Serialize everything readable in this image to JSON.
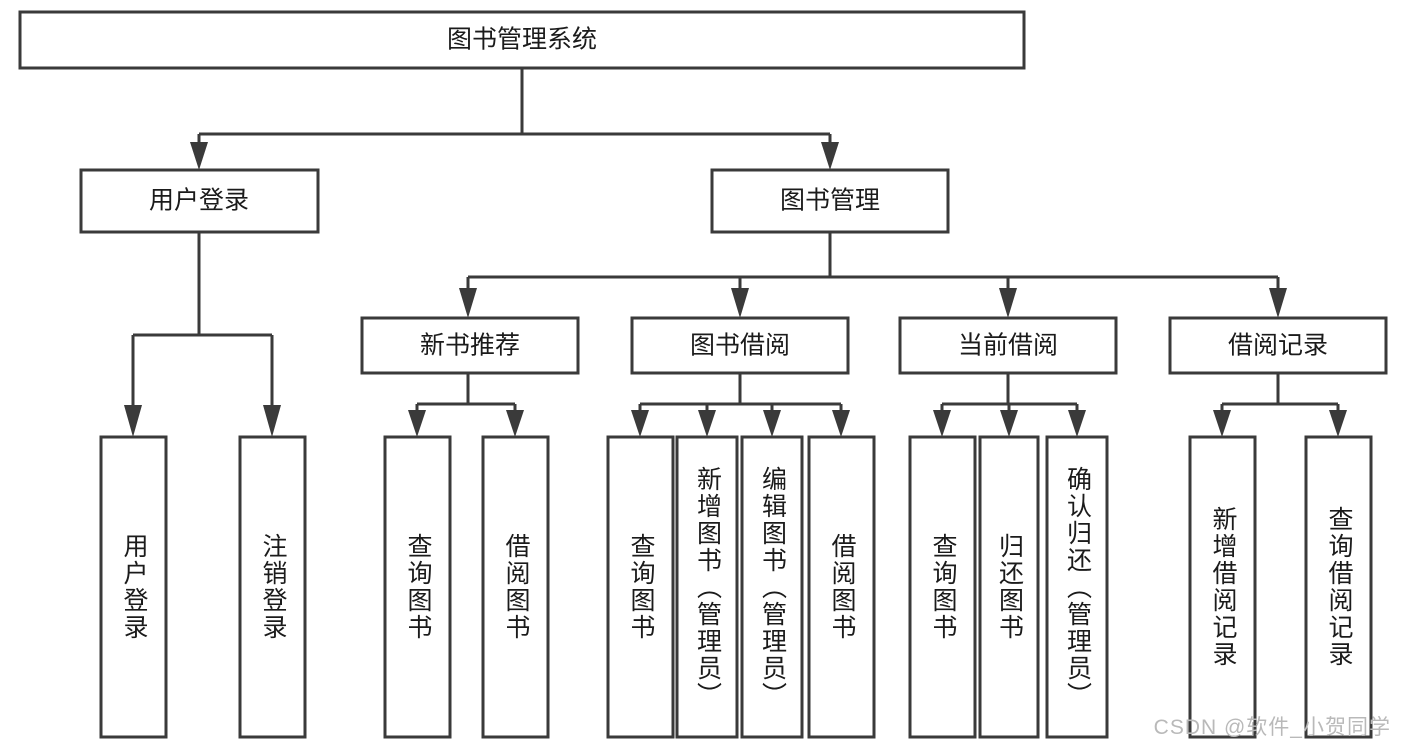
{
  "diagram": {
    "type": "tree",
    "title": "图书管理系统",
    "root": {
      "id": "root",
      "label": "图书管理系统",
      "orientation": "horizontal"
    },
    "level2": [
      {
        "id": "user-login",
        "label": "用户登录",
        "orientation": "horizontal"
      },
      {
        "id": "book-manage",
        "label": "图书管理",
        "orientation": "horizontal"
      }
    ],
    "level3": [
      {
        "id": "new-book-recommend",
        "label": "新书推荐",
        "orientation": "horizontal",
        "parent": "book-manage"
      },
      {
        "id": "book-borrow",
        "label": "图书借阅",
        "orientation": "horizontal",
        "parent": "book-manage"
      },
      {
        "id": "current-borrow",
        "label": "当前借阅",
        "orientation": "horizontal",
        "parent": "book-manage"
      },
      {
        "id": "borrow-record",
        "label": "借阅记录",
        "orientation": "horizontal",
        "parent": "book-manage"
      }
    ],
    "leaves": [
      {
        "id": "leaf-user-login",
        "label": "用户登录",
        "orientation": "vertical",
        "parent": "user-login"
      },
      {
        "id": "leaf-user-logout",
        "label": "注销登录",
        "orientation": "vertical",
        "parent": "user-login"
      },
      {
        "id": "leaf-query-book-1",
        "label": "查询图书",
        "orientation": "vertical",
        "parent": "new-book-recommend"
      },
      {
        "id": "leaf-borrow-book-1",
        "label": "借阅图书",
        "orientation": "vertical",
        "parent": "new-book-recommend"
      },
      {
        "id": "leaf-query-book-2",
        "label": "查询图书",
        "orientation": "vertical",
        "parent": "book-borrow"
      },
      {
        "id": "leaf-add-book",
        "label": "新增图书（管理员）",
        "orientation": "vertical",
        "parent": "book-borrow"
      },
      {
        "id": "leaf-edit-book",
        "label": "编辑图书（管理员）",
        "orientation": "vertical",
        "parent": "book-borrow"
      },
      {
        "id": "leaf-borrow-book-2",
        "label": "借阅图书",
        "orientation": "vertical",
        "parent": "book-borrow"
      },
      {
        "id": "leaf-query-book-3",
        "label": "查询图书",
        "orientation": "vertical",
        "parent": "current-borrow"
      },
      {
        "id": "leaf-return-book",
        "label": "归还图书",
        "orientation": "vertical",
        "parent": "current-borrow"
      },
      {
        "id": "leaf-confirm-return",
        "label": "确认归还（管理员）",
        "orientation": "vertical",
        "parent": "current-borrow"
      },
      {
        "id": "leaf-add-record",
        "label": "新增借阅记录",
        "orientation": "vertical",
        "parent": "borrow-record"
      },
      {
        "id": "leaf-query-record",
        "label": "查询借阅记录",
        "orientation": "vertical",
        "parent": "borrow-record"
      }
    ],
    "colors": {
      "stroke": "#3a3a3a",
      "fill": "#ffffff",
      "text": "#1b1b1b",
      "watermark": "#b9b9b9"
    }
  },
  "watermark": {
    "text": "CSDN @软件_小贺同学"
  }
}
